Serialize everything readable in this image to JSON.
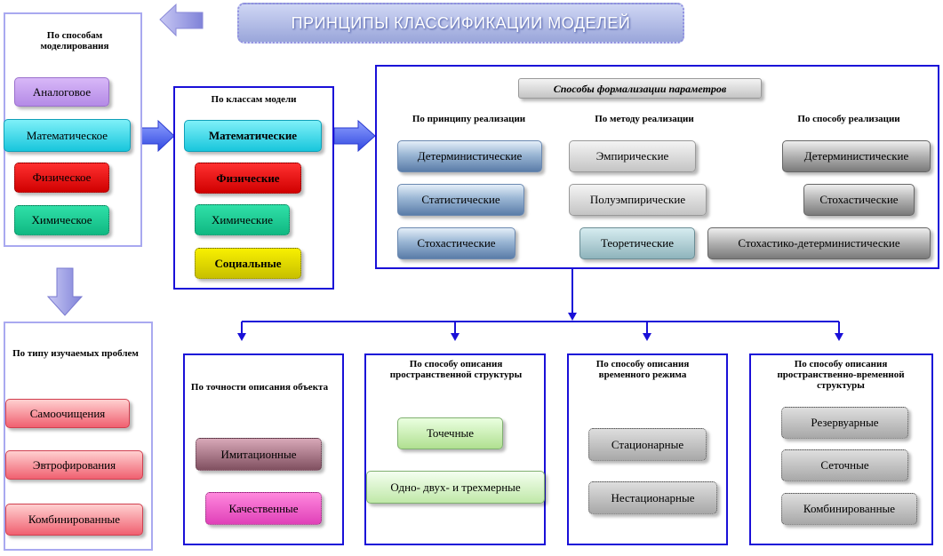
{
  "title": "ПРИНЦИПЫ КЛАССИФИКАЦИИ МОДЕЛЕЙ",
  "modeling": {
    "header": "По способам моделирования",
    "items": [
      "Аналоговое",
      "Математическое",
      "Физическое",
      "Химическое"
    ]
  },
  "model_classes": {
    "header": "По классам модели",
    "items": [
      "Математические",
      "Физические",
      "Химические",
      "Социальные"
    ]
  },
  "formalization": {
    "header": "Способы формализации параметров",
    "by_principle": {
      "header": "По принципу реализации",
      "items": [
        "Детерминистические",
        "Статистические",
        "Стохастические"
      ]
    },
    "by_method": {
      "header": "По методу реализации",
      "items": [
        "Эмпирические",
        "Полуэмпирические",
        "Теоретические"
      ]
    },
    "by_way": {
      "header": "По способу реализации",
      "items": [
        "Детерминистические",
        "Стохастические",
        "Стохастико-детерминистические"
      ]
    }
  },
  "problems": {
    "header": "По типу изучаемых проблем",
    "items": [
      "Самоочищения",
      "Эвтрофирования",
      "Комбинированные"
    ]
  },
  "accuracy": {
    "header": "По точности описания объекта",
    "items": [
      "Имитационные",
      "Качественные"
    ]
  },
  "spatial": {
    "header": "По способу описания пространственной структуры",
    "items": [
      "Точечные",
      "Одно- двух- и трехмерные"
    ]
  },
  "temporal": {
    "header": "По способу описания временного режима",
    "items": [
      "Стационарные",
      "Нестационарные"
    ]
  },
  "spatiotemporal": {
    "header": "По способу описания пространственно-временной структуры",
    "items": [
      "Резервуарные",
      "Сеточные",
      "Комбинированные"
    ]
  }
}
